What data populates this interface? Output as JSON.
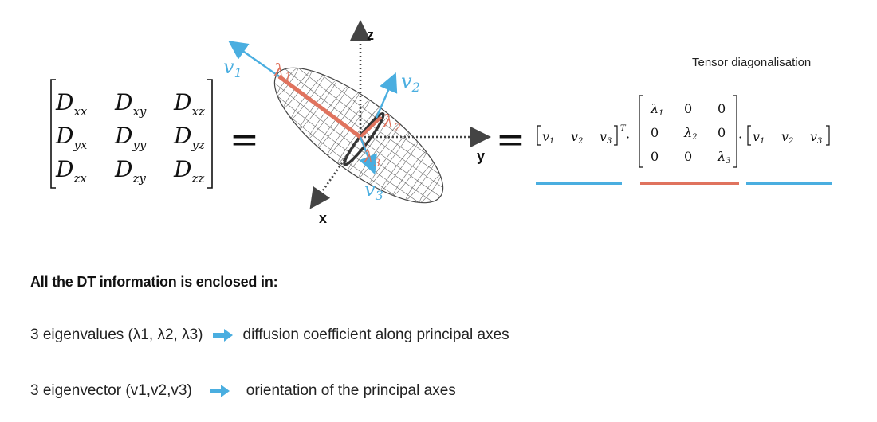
{
  "colors": {
    "blue": "#4aaee0",
    "red": "#e0735e",
    "ink": "#111111",
    "grey": "#555555"
  },
  "matrix": {
    "row1": [
      "xx",
      "xy",
      "xz"
    ],
    "row2": [
      "yx",
      "yy",
      "yz"
    ],
    "row3": [
      "zx",
      "zy",
      "zz"
    ],
    "symbol": "D",
    "equals": "="
  },
  "ellipsoid": {
    "axis_labels": {
      "z": "z",
      "y": "y",
      "x": "x"
    },
    "vectors": {
      "v1_base": "v",
      "v1_sub": "1",
      "v2_base": "v",
      "v2_sub": "2",
      "v3_base": "v",
      "v3_sub": "3"
    },
    "lambdas": {
      "l1": "λ",
      "l1_sub": "1",
      "l2": "λ",
      "l2_sub": "2",
      "l3": "λ",
      "l3_sub": "3"
    }
  },
  "decomposition": {
    "title": "Tensor diagonalisation",
    "equals": "=",
    "left_vec": [
      "v",
      "1",
      "v",
      "2",
      "v",
      "3"
    ],
    "transpose": "T",
    "dot": "·",
    "diag": [
      [
        "λ1",
        "0",
        "0"
      ],
      [
        "0",
        "λ2",
        "0"
      ],
      [
        "0",
        "0",
        "λ3"
      ]
    ],
    "right_vec": [
      "v",
      "1",
      "v",
      "2",
      "v",
      "3"
    ]
  },
  "info": {
    "heading": "All the DT information is enclosed in:",
    "items": [
      {
        "lead": "3 eigenvalues (λ1, λ2, λ3)",
        "arrow": "arrow-right-icon",
        "desc": "diffusion coefficient along principal axes"
      },
      {
        "lead": "3 eigenvector (v1,v2,v3)",
        "arrow": "arrow-right-icon",
        "desc": "orientation of the principal axes"
      }
    ]
  }
}
